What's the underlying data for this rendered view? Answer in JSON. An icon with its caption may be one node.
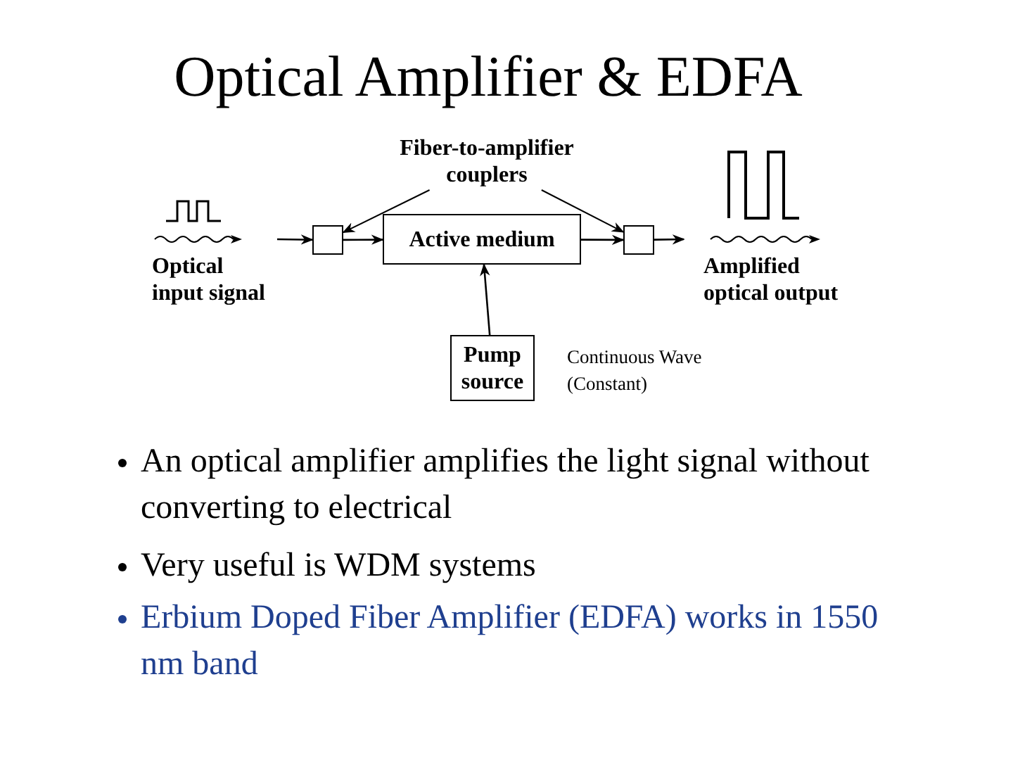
{
  "diagram": {
    "title": "Optical Amplifier & EDFA",
    "nodes": [
      {
        "text": [
          "Fiber-to-amplifier couplers"
        ]
      },
      {
        "text": [],
        "shape": "box"
      },
      {
        "text": [
          "Active medium"
        ]
      },
      {
        "text": [],
        "shape": "box"
      },
      {
        "text": [
          "Pump source"
        ],
        "beside": [
          "Continuous Wave (Constant)"
        ]
      }
    ],
    "edges": [
      {
        "from": 0,
        "to": 1,
        "arrow": "to"
      },
      {
        "from": 0,
        "to": 3,
        "arrow": "to"
      },
      {
        "from": 1,
        "to": 2,
        "arrow": "to"
      },
      {
        "from": 2,
        "to": 3,
        "arrow": "to"
      },
      {
        "from": 4,
        "to": 2,
        "arrow": "to"
      },
      {
        "from": null,
        "to": 1,
        "arrow": "to"
      },
      {
        "from": 3,
        "to": null,
        "arrow": "to"
      }
    ],
    "labels": [
      "Optical input signal",
      "Amplified optical output",
      "An optical amplifier amplifies the light signal without converting to electrical",
      "Very useful is WDM systems",
      "Erbium Doped Fiber Amplifier (EDFA) works in 1550 nm band"
    ]
  }
}
